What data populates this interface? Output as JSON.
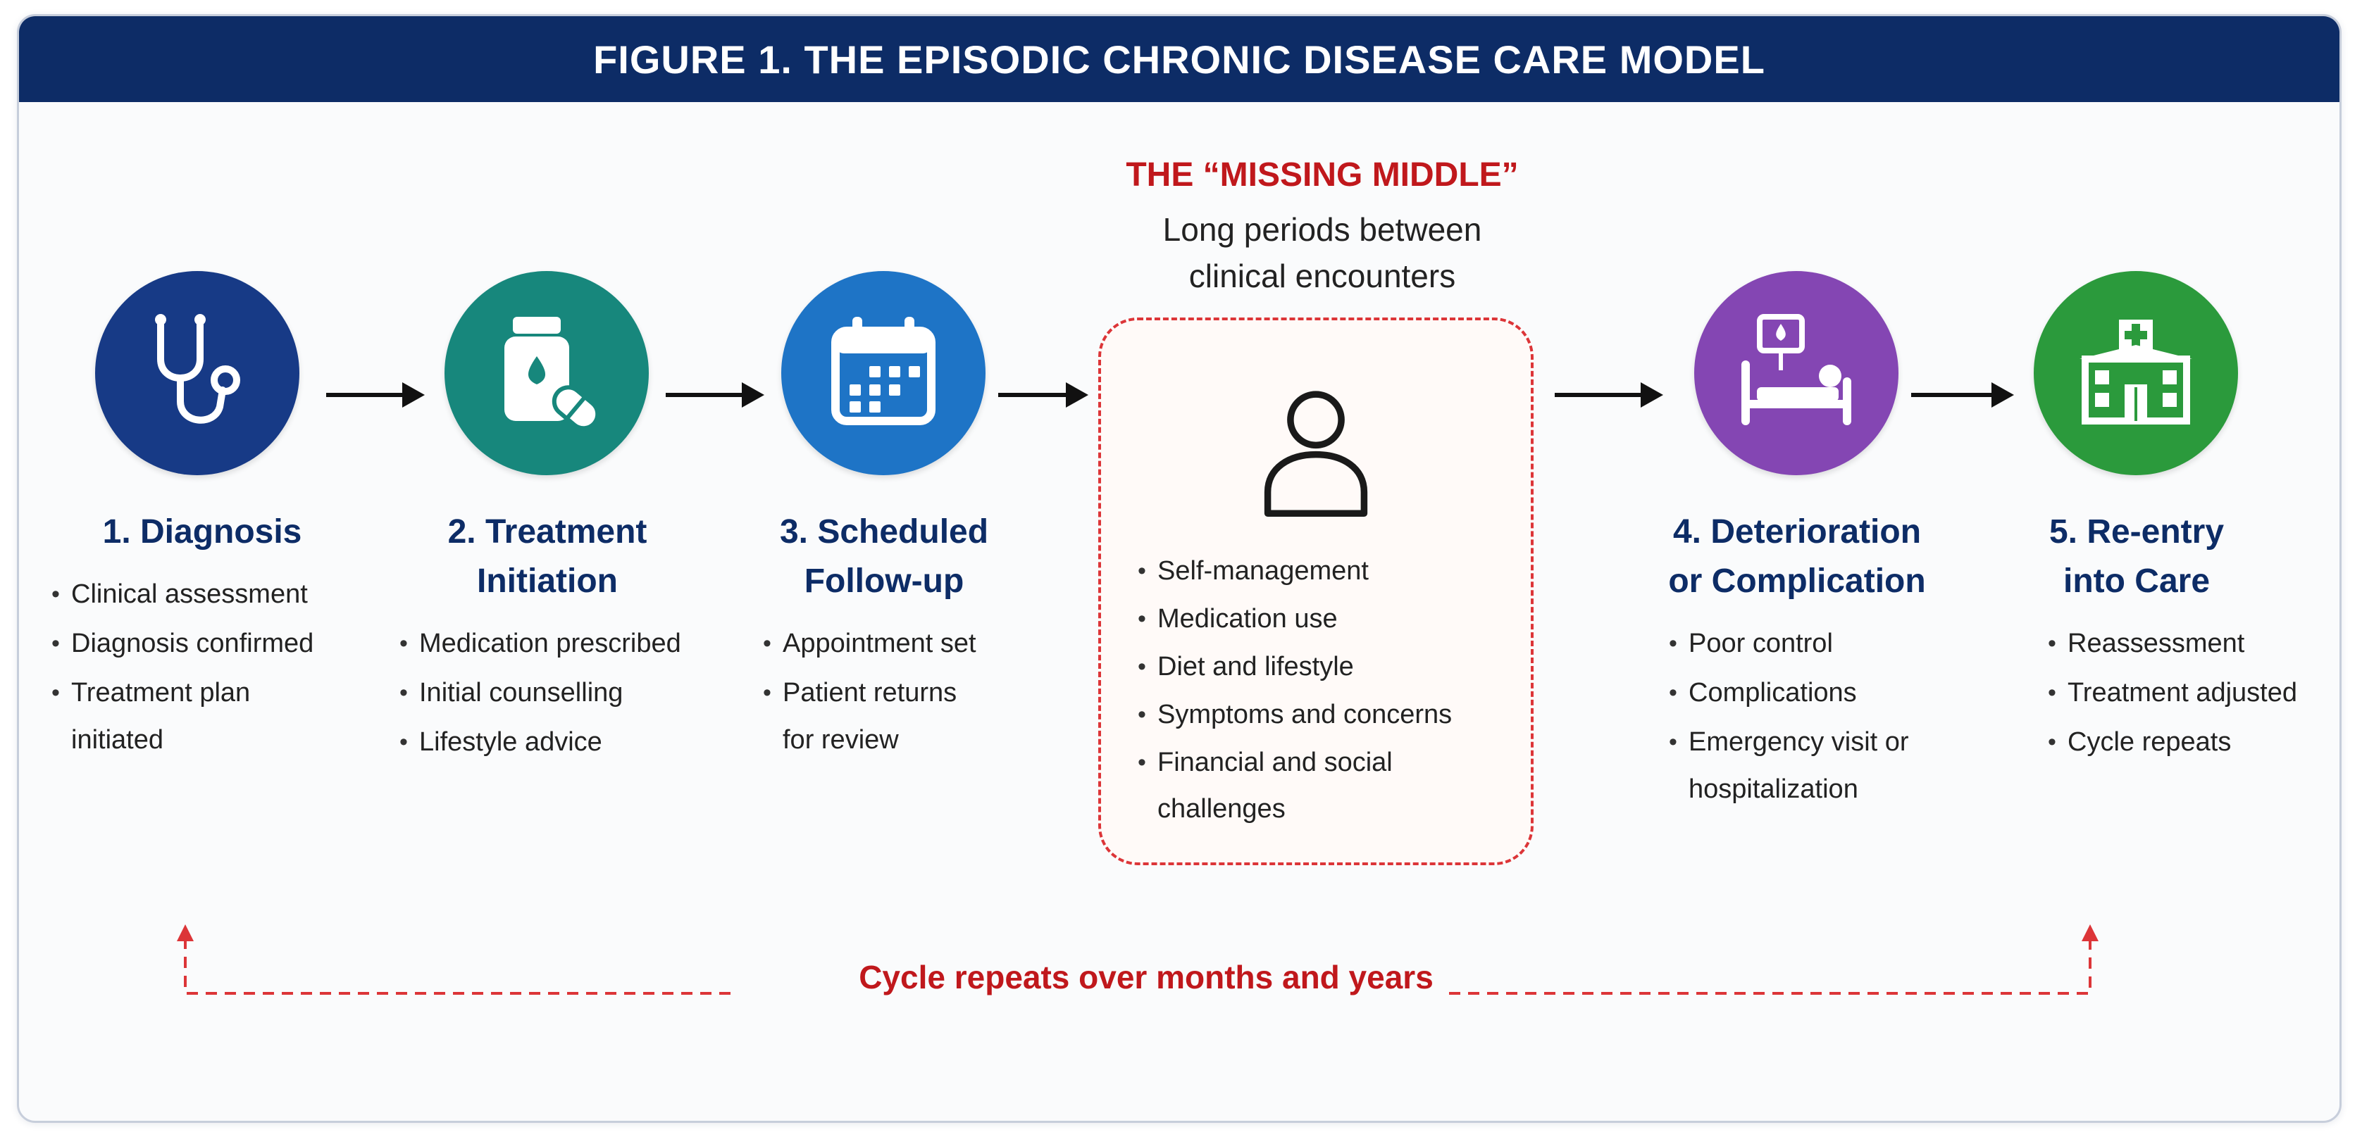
{
  "figure_title": "FIGURE 1. THE EPISODIC CHRONIC DISEASE CARE MODEL",
  "colors": {
    "banner": "#0d2c66",
    "step_title": "#0d2c66",
    "accent_red": "#c0181c",
    "diagnosis": "#173a86",
    "treatment": "#17877c",
    "followup": "#1e74c6",
    "deterioration": "#8446b3",
    "reentry": "#2b9a3c"
  },
  "steps": [
    {
      "title_lines": [
        "1. Diagnosis"
      ],
      "icon": "stethoscope-icon",
      "bullets": [
        "Clinical assessment",
        "Diagnosis confirmed",
        "Treatment plan",
        "initiated"
      ]
    },
    {
      "title_lines": [
        "2. Treatment",
        "Initiation"
      ],
      "icon": "medicine-bottle-icon",
      "bullets": [
        "Medication prescribed",
        "Initial counselling",
        "Lifestyle advice"
      ]
    },
    {
      "title_lines": [
        "3. Scheduled",
        "Follow-up"
      ],
      "icon": "calendar-icon",
      "bullets": [
        "Appointment set",
        "Patient returns",
        "for review"
      ]
    },
    {
      "title_lines": [
        "4. Deterioration",
        "or Complication"
      ],
      "icon": "hospital-bed-icon",
      "bullets": [
        "Poor control",
        "Complications",
        "Emergency visit or",
        "hospitalization"
      ]
    },
    {
      "title_lines": [
        "5. Re-entry",
        "into Care"
      ],
      "icon": "hospital-building-icon",
      "bullets": [
        "Reassessment",
        "Treatment adjusted",
        "Cycle repeats"
      ]
    }
  ],
  "missing_middle": {
    "title": "THE “MISSING MIDDLE”",
    "subtitle_lines": [
      "Long periods between",
      "clinical encounters"
    ],
    "icon": "person-icon",
    "bullets": [
      "Self-management",
      "Medication use",
      "Diet and lifestyle",
      "Symptoms and concerns",
      "Financial and social",
      "challenges"
    ]
  },
  "cycle_note": "Cycle repeats over months and years"
}
